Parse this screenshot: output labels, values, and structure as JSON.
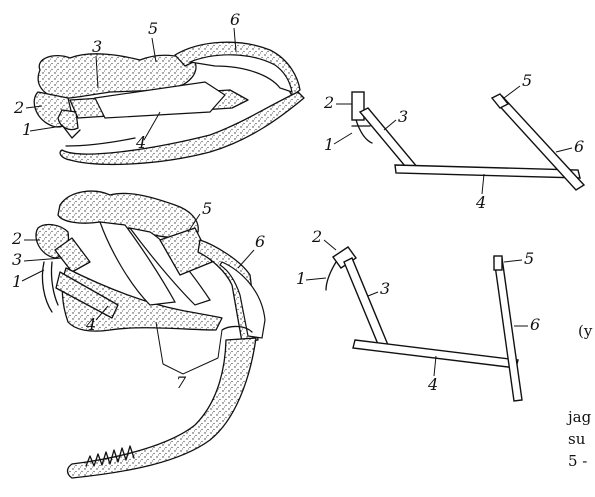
{
  "labels": {
    "n1": "1",
    "n2": "2",
    "n3": "3",
    "n4": "4",
    "n5": "5",
    "n6": "6",
    "n7": "7"
  },
  "edge_text": {
    "line_a": "(y",
    "line_b": "jag",
    "line_c": "su",
    "line_d": "5 -"
  }
}
